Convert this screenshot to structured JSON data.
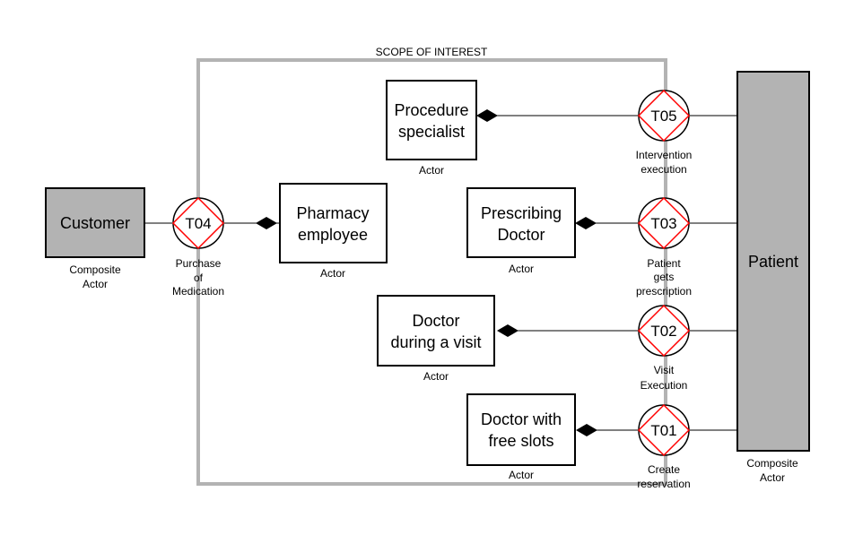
{
  "scope": {
    "label": "SCOPE OF INTEREST"
  },
  "composite_actors": [
    {
      "id": "customer",
      "name": "Customer",
      "type_label": [
        "Composite",
        "Actor"
      ]
    },
    {
      "id": "patient",
      "name": "Patient",
      "type_label": [
        "Composite",
        "Actor"
      ]
    }
  ],
  "actors": [
    {
      "id": "procedure-specialist",
      "name": [
        "Procedure",
        "specialist"
      ],
      "type_label": "Actor"
    },
    {
      "id": "pharmacy-employee",
      "name": [
        "Pharmacy",
        "employee"
      ],
      "type_label": "Actor"
    },
    {
      "id": "prescribing-doctor",
      "name": [
        "Prescribing",
        "Doctor"
      ],
      "type_label": "Actor"
    },
    {
      "id": "doctor-visit",
      "name": [
        "Doctor",
        "during a visit"
      ],
      "type_label": "Actor"
    },
    {
      "id": "doctor-free-slots",
      "name": [
        "Doctor with",
        "free slots"
      ],
      "type_label": "Actor"
    }
  ],
  "transactions": [
    {
      "id": "T05",
      "code": "T05",
      "label": [
        "Intervention",
        "execution"
      ]
    },
    {
      "id": "T04",
      "code": "T04",
      "label": [
        "Purchase",
        "of",
        "Medication"
      ]
    },
    {
      "id": "T03",
      "code": "T03",
      "label": [
        "Patient",
        "gets",
        "prescription"
      ]
    },
    {
      "id": "T02",
      "code": "T02",
      "label": [
        "Visit",
        "Execution"
      ]
    },
    {
      "id": "T01",
      "code": "T01",
      "label": [
        "Create",
        "reservation"
      ]
    }
  ],
  "colors": {
    "scope_border": "#b3b3b3",
    "composite_fill": "#b3b3b3",
    "transaction_diamond": "#ff0000",
    "line": "#000000"
  }
}
